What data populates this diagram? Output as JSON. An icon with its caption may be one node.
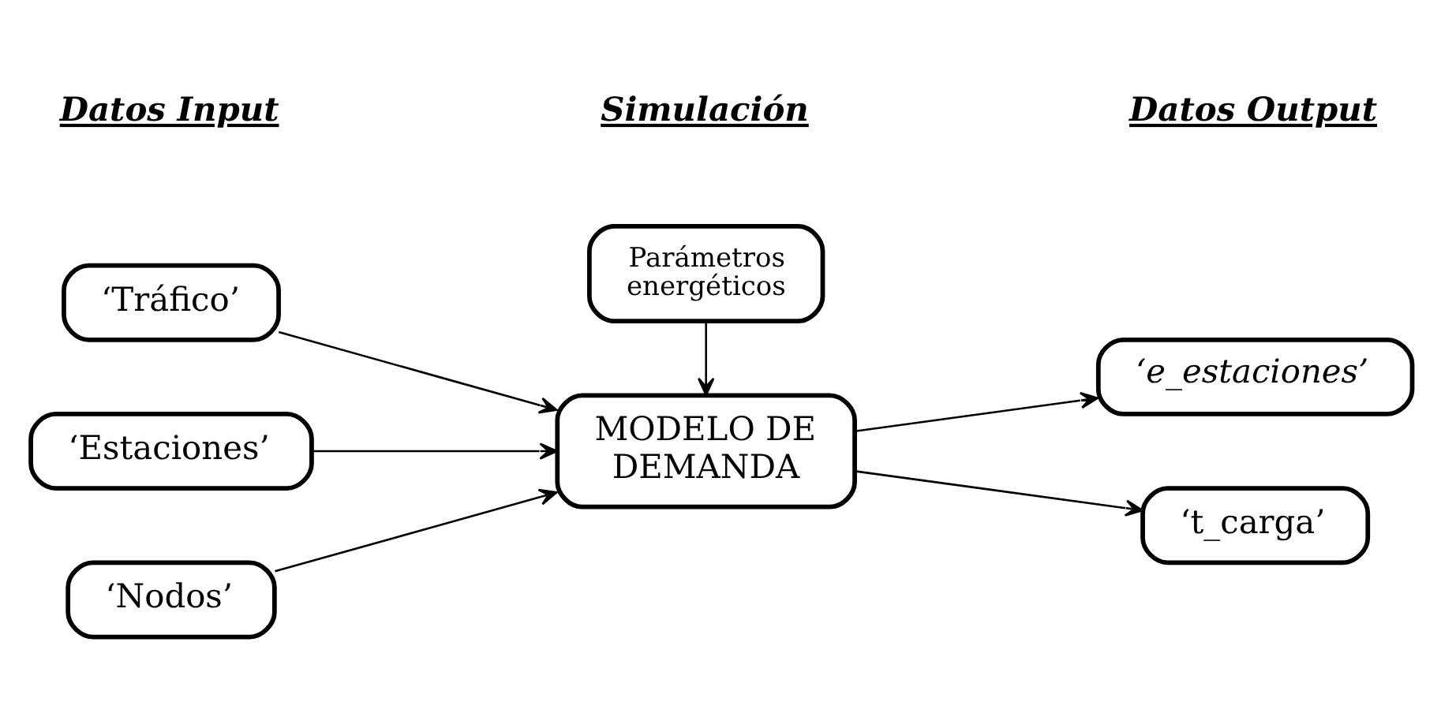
{
  "diagram": {
    "nodes": [
      {
        "text": [
          "‘Tráfico’"
        ]
      },
      {
        "text": [
          "‘Estaciones’"
        ]
      },
      {
        "text": [
          "‘Nodos’"
        ]
      },
      {
        "text": [
          "MODELO DE DEMANDA"
        ]
      },
      {
        "text": [
          "Parámetros energéticos"
        ]
      },
      {
        "text": [
          "‘e_estaciones’"
        ]
      },
      {
        "text": [
          "‘t_carga’"
        ]
      }
    ],
    "edges": [
      {
        "from": 0,
        "to": 3,
        "arrow": "to"
      },
      {
        "from": 1,
        "to": 3,
        "arrow": "to"
      },
      {
        "from": 2,
        "to": 3,
        "arrow": "to"
      },
      {
        "from": 4,
        "to": 3,
        "arrow": "to"
      },
      {
        "from": 3,
        "to": 5,
        "arrow": "to"
      },
      {
        "from": 3,
        "to": 6,
        "arrow": "to"
      }
    ],
    "labels": [
      "Datos Input",
      "Simulación",
      "Datos Output"
    ]
  }
}
